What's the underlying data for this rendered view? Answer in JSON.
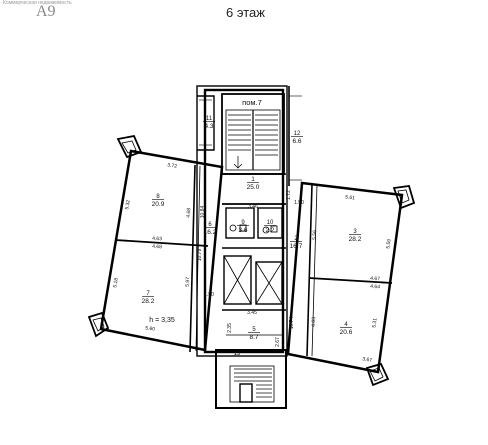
{
  "header": {
    "watermark": "Коммерческая недвижимость",
    "sheet": "А9",
    "floor": "6 этаж"
  },
  "room_label": "пом.7",
  "ceiling_height": "h = 3,35",
  "rooms": [
    {
      "no": "1",
      "area": "25.0"
    },
    {
      "no": "2",
      "area": "16.7"
    },
    {
      "no": "3",
      "area": "28.2"
    },
    {
      "no": "4",
      "area": "20.6"
    },
    {
      "no": "5",
      "area": "8.7"
    },
    {
      "no": "6",
      "area": "16.2"
    },
    {
      "no": "7",
      "area": "28.2"
    },
    {
      "no": "8",
      "area": "20.9"
    },
    {
      "no": "9",
      "area": "3.6"
    },
    {
      "no": "10",
      "area": "2.2"
    },
    {
      "no": "11",
      "area": "4.3"
    },
    {
      "no": "12",
      "area": "6.6"
    },
    {
      "no": "13",
      "area": ""
    }
  ],
  "dimensions": [
    "3.72",
    "5.32",
    "4.68",
    "4.63",
    "4.68",
    "5.18",
    "5.97",
    "1.50",
    "5.60",
    "10.84",
    "10.79",
    "1.72",
    "3.46",
    "1.50",
    "5.61",
    "5.56",
    "5.59",
    "4.67",
    "4.64",
    "5.31",
    "3.67",
    "4.63",
    "10.74",
    "2.67",
    "2.35",
    "3.45"
  ]
}
